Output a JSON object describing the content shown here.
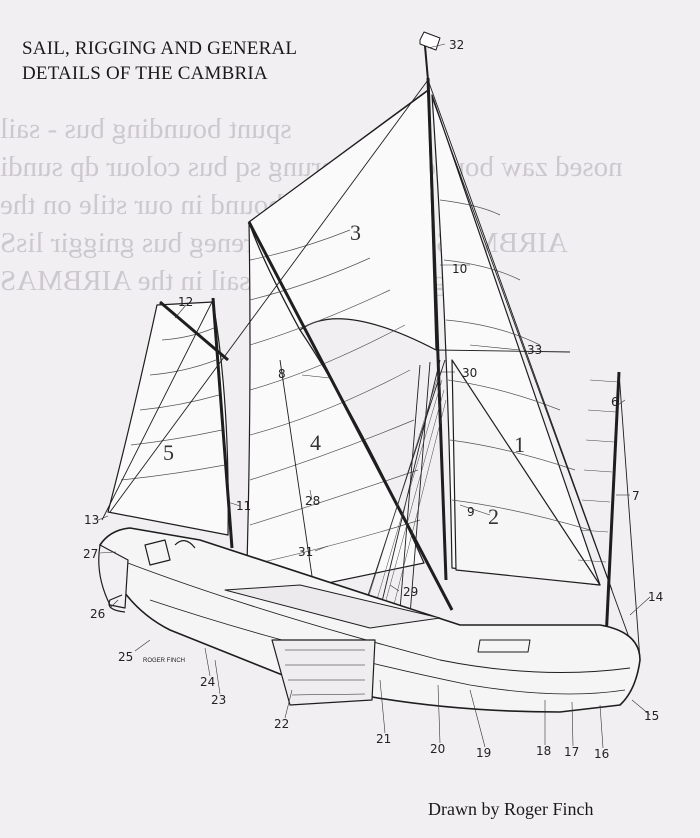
{
  "title": {
    "line1": "SAIL, RIGGING AND GENERAL",
    "line2": "DETAILS OF THE CAMBRIA"
  },
  "credit": "Drawn by Roger Finch",
  "signature": "ROGER FINCH",
  "bleed_lines": [
    "spunt bounding bus - sail",
    "nosed zaw bounding to sprung sq bus colour dp sundi",
    "un nosed sail to bound in our stile on the",
    "AIRBMAS eht to slistab lareneg bus gniggir lisS",
    "ing the boat of the sail in the AIRBMAS"
  ],
  "sail_labels": [
    "1",
    "2",
    "3",
    "4",
    "5"
  ],
  "part_labels": [
    "6",
    "7",
    "8",
    "9",
    "10",
    "11",
    "12",
    "13",
    "14",
    "15",
    "16",
    "17",
    "18",
    "19",
    "20",
    "21",
    "22",
    "23",
    "24",
    "25",
    "26",
    "27",
    "28",
    "29",
    "30",
    "31",
    "32",
    "33"
  ]
}
